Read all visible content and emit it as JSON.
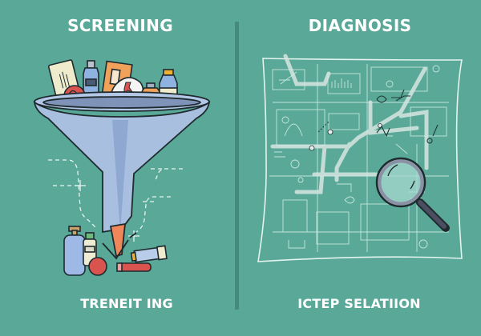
{
  "colors": {
    "background": "#59a898",
    "divider": "#468a7d",
    "text": "#ffffff",
    "funnel": "#a9bfe0",
    "funnel_dark": "#8ea8d2",
    "outline": "#1e2a2e",
    "blueprint_line": "#dff2ec",
    "orange": "#f0a25a",
    "red": "#d9534f"
  },
  "left_panel": {
    "title": "SCREENING",
    "caption": "TRENEIT ING",
    "illustration": "funnel filtering medical items (bottles, cards, pills) down to a few items at the bottom"
  },
  "right_panel": {
    "title": "DIAGNOSIS",
    "caption": "ICTEP SELATIION",
    "illustration": "blueprint-style map with charts and sketches, magnifying glass over it"
  }
}
